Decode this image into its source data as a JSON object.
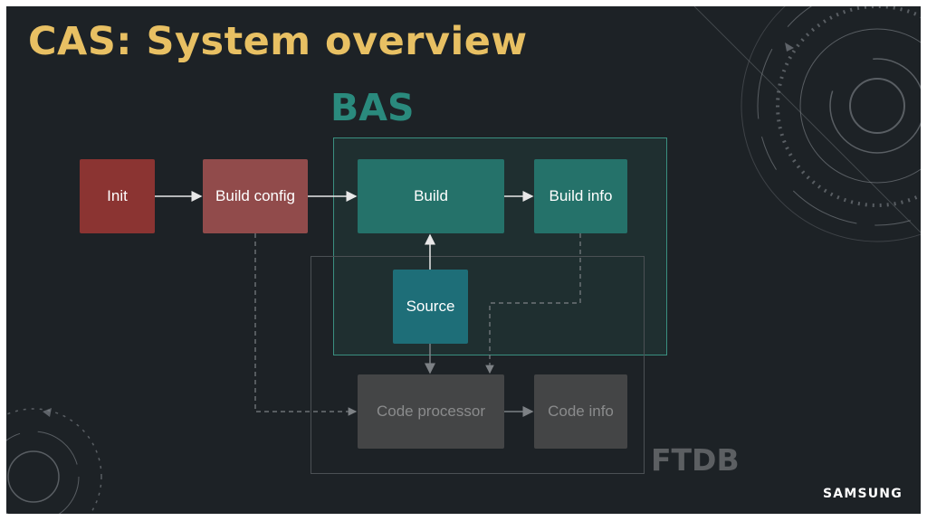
{
  "slide": {
    "title": "CAS: System overview",
    "logo": "SAMSUNG"
  },
  "groups": {
    "bas": "BAS",
    "ftdb": "FTDB"
  },
  "nodes": {
    "init": "Init",
    "build_config": "Build config",
    "build": "Build",
    "build_info": "Build info",
    "source": "Source",
    "code_processor": "Code processor",
    "code_info": "Code info"
  },
  "colors": {
    "title": "#e8c063",
    "background": "#1d2226",
    "init": "#8b3432",
    "build_config": "#914b4b",
    "bas_nodes": "#25726a",
    "source": "#1e6e78",
    "ftdb_nodes": "#444546"
  }
}
